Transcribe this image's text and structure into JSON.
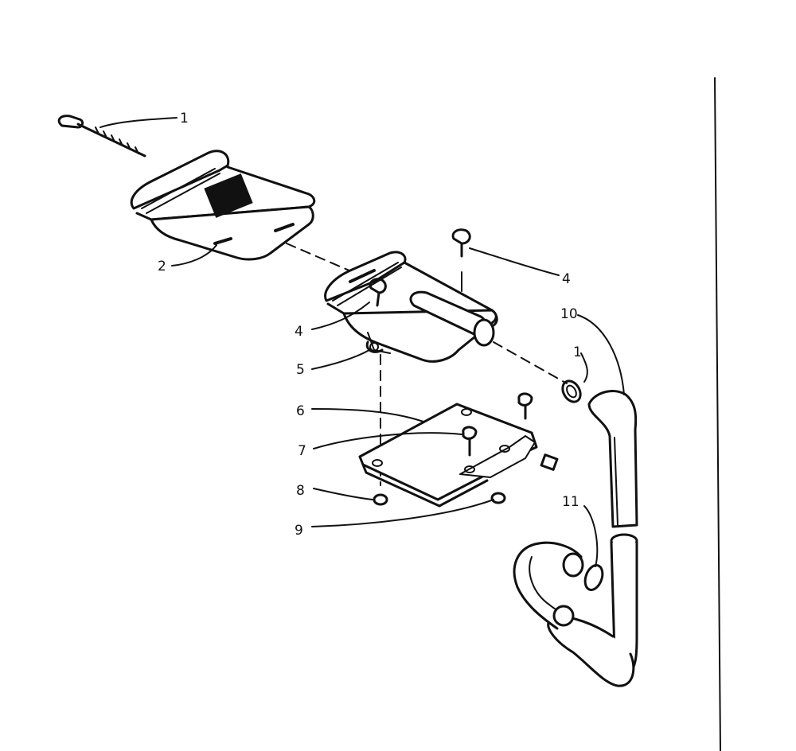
{
  "callouts": [
    {
      "id": "c1",
      "text": "1"
    },
    {
      "id": "c2",
      "text": "2"
    },
    {
      "id": "c4a",
      "text": "4"
    },
    {
      "id": "c4b",
      "text": "4"
    },
    {
      "id": "c5",
      "text": "5"
    },
    {
      "id": "c6",
      "text": "6"
    },
    {
      "id": "c7",
      "text": "7"
    },
    {
      "id": "c8",
      "text": "8"
    },
    {
      "id": "c9",
      "text": "9"
    },
    {
      "id": "c10",
      "text": "10"
    },
    {
      "id": "c1b",
      "text": "1"
    },
    {
      "id": "c11",
      "text": "11"
    }
  ]
}
